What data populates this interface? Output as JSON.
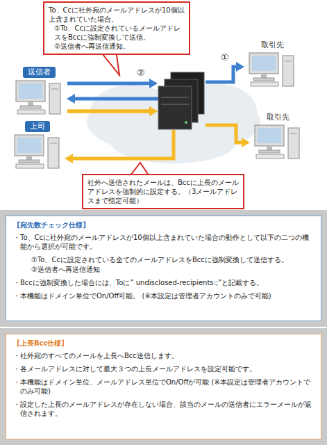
{
  "diagram": {
    "nodes": [
      {
        "text": [
          "To、Ccに社外宛のメールアドレスが10個以上含まれていた場合。",
          "①To、Ccに設定されているメールアドレスをBccに強制変換して送信。",
          "②送信者へ再送信通知。"
        ]
      },
      {
        "text": [
          "送信者"
        ]
      },
      {
        "text": [
          "取引先"
        ]
      },
      {
        "text": [
          "上司"
        ]
      },
      {
        "text": [
          "取引先"
        ]
      },
      {
        "text": [
          "社外へ送信されたメールは、Bccに上長のメールアドレスを強制的に設定する。（3メールアドレスまで指定可能）"
        ]
      },
      {
        "text": [
          "【宛先数チェック仕様】",
          "・To、Ccに社外宛のメールアドレスが10個以上含まれていた場合の動作として以下の二つの機能から選択が可能です。",
          "①To、Ccに設定されている全てのメールアドレスをBccに強制変換して送信する。",
          "②送信者へ再送信通知",
          "・Bccに強制変換した場合には、Toに” undisclosed-recipients:;”と記載する。",
          "・本機能はドメイン単位でOn/Off可能。 (※本設定は管理者アカウントのみで可能)"
        ]
      },
      {
        "text": [
          "【上長Bcc仕様】",
          "・社外宛のすべてのメールを上長へBcc送信します。",
          "・各メールアドレスに対して最大３つの上長メールアドレスを設定可能です。",
          "・本機能はドメイン単位、メールアドレス単位でOn/Offが可能 (※本設定は管理者アカウントでのみ可能)",
          "・設定した上長のメールアドレスが存在しない場合、該当のメールの送信者にエラーメールが返信されます。"
        ]
      }
    ],
    "edges": [
      {
        "from": 1,
        "to": 2,
        "arrow": "to"
      },
      {
        "from": 1,
        "to": 3,
        "arrow": "to"
      },
      {
        "from": 1,
        "to": 4,
        "arrow": "to"
      }
    ],
    "labels": [
      "①",
      "②"
    ]
  }
}
